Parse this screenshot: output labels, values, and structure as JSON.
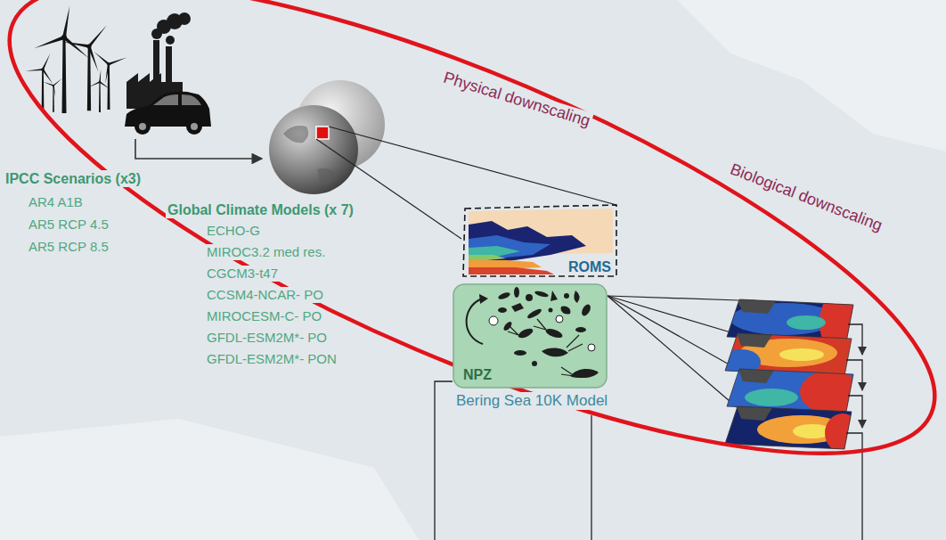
{
  "diagram": {
    "nodes": [
      {
        "text": [
          "ROMS"
        ]
      },
      {
        "text": [
          "NPZ",
          "Bering Sea 10K Model"
        ]
      }
    ],
    "labels": [
      "IPCC Scenarios (x3)",
      "AR4 A1B",
      "AR5 RCP 4.5",
      "AR5 RCP 8.5",
      "Physical downscaling",
      "Biological downscaling",
      "Global Climate Models (x 7)",
      "ECHO-G",
      "MIROC3.2 med res.",
      "CGCM3-t47",
      "CCSM4-NCAR- PO",
      "MIROCESM-C- PO",
      "GFDL-ESM2M*- PO",
      "GFDL-ESM2M*- PON"
    ]
  }
}
